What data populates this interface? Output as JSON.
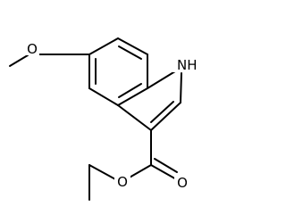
{
  "molecule": {
    "atoms": [
      {
        "symbol": "O",
        "role": "methoxy-oxygen"
      },
      {
        "symbol": "H",
        "prefix": "N",
        "role": "indole-nh"
      },
      {
        "symbol": "O",
        "role": "ester-ether-oxygen"
      },
      {
        "symbol": "O",
        "role": "carbonyl-oxygen"
      }
    ],
    "colors": {
      "bond": "#000000",
      "text": "#000000",
      "background": "#ffffff"
    }
  }
}
